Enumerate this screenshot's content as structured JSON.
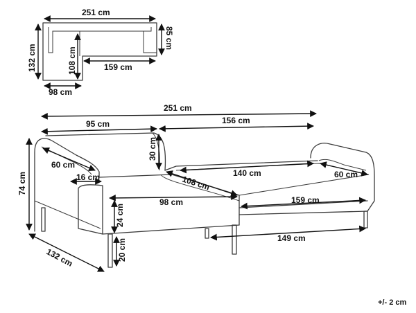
{
  "top_view": {
    "width": "251 cm",
    "depth_right": "85 cm",
    "depth_left": "132 cm",
    "chaise_inner": "108 cm",
    "seat_width": "159 cm",
    "chaise_width": "98 cm"
  },
  "perspective": {
    "total_width": "251 cm",
    "chaise_section": "95 cm",
    "sofa_section": "156 cm",
    "back_height": "30 cm",
    "arm_depth_left": "60 cm",
    "arm_width": "16 cm",
    "chaise_length": "108 cm",
    "chaise_seat_width": "98 cm",
    "seat_width_inner": "140 cm",
    "arm_depth_right": "60 cm",
    "seat_length": "159 cm",
    "seat_thickness": "24 cm",
    "leg_height": "20 cm",
    "total_height": "74 cm",
    "total_depth": "132 cm",
    "base_width": "149 cm"
  },
  "tolerance": "+/- 2 cm"
}
